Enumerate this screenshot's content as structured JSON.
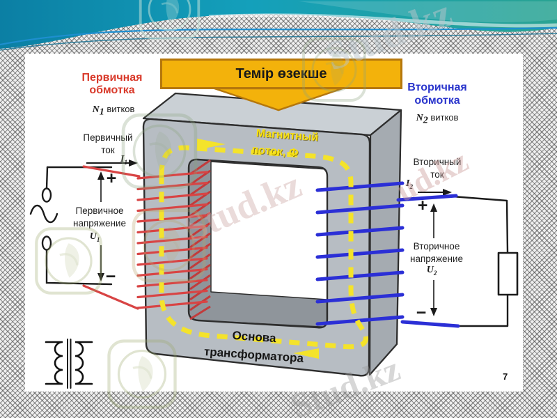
{
  "page": {
    "number": "7"
  },
  "title_box": {
    "label": "Темір өзекше"
  },
  "primary": {
    "winding_l1": "Первичная",
    "winding_l2": "обмотка",
    "turns_symbol": "N",
    "turns_sub": "1",
    "turns_word": "витков",
    "current_l1": "Первичный",
    "current_l2": "ток",
    "current_symbol": "I",
    "current_sub": "1",
    "plus": "+",
    "minus": "−",
    "voltage_l1": "Первичное",
    "voltage_l2": "напряжение",
    "voltage_symbol": "U",
    "voltage_sub": "1"
  },
  "secondary": {
    "winding_l1": "Вторичная",
    "winding_l2": "обмотка",
    "turns_symbol": "N",
    "turns_sub": "2",
    "turns_word": "витков",
    "current_l1": "Вторичный",
    "current_l2": "ток",
    "current_symbol": "I",
    "current_sub": "2",
    "plus": "+",
    "minus": "−",
    "voltage_l1": "Вторичное",
    "voltage_l2": "напряжение",
    "voltage_symbol": "U",
    "voltage_sub": "2"
  },
  "flux_label": {
    "l1": "Магнитный",
    "l2": "поток, Ф"
  },
  "core_label": {
    "l1": "Основа",
    "l2": "трансформатора"
  },
  "watermark": {
    "brand": "Stud.kz",
    "fragment": "ud.kz"
  },
  "colors": {
    "primary_red": "#d93a2b",
    "secondary_blue": "#2a35cc",
    "coil_red": "#d84444",
    "coil_blue": "#2b2fd6",
    "flux_yellow": "#f4e32b",
    "title_box_fill": "#f3b20b",
    "title_box_border": "#b5770c",
    "core_front": "#b7bdc3",
    "core_top": "#cad0d5",
    "core_side": "#a5abb1",
    "header_teal_left": "#0b7fa4",
    "header_teal_right": "#2aa392"
  }
}
